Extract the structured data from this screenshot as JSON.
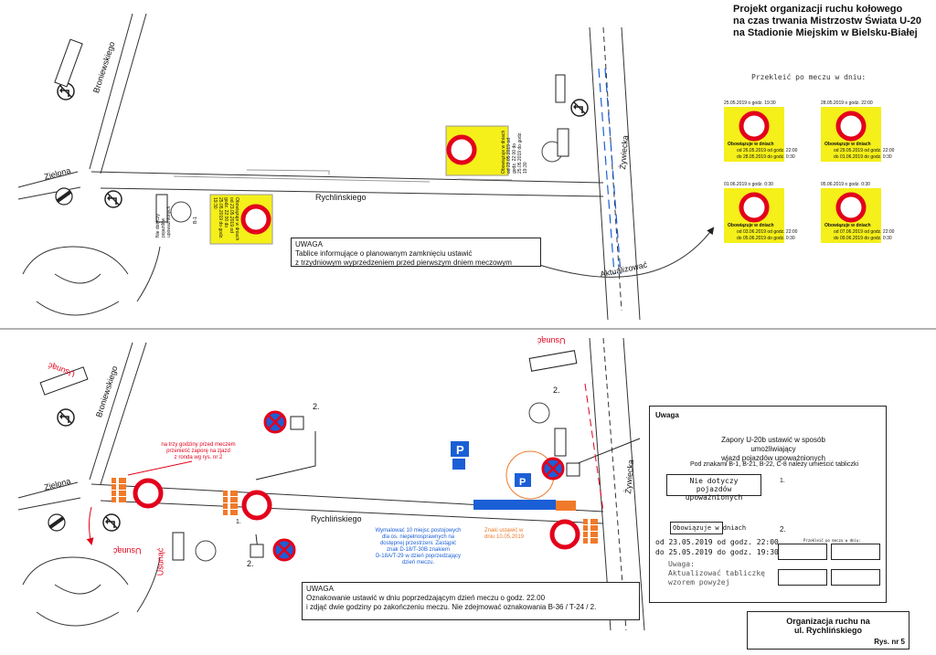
{
  "header": {
    "lines": [
      "Projekt organizacji ruchu kołowego",
      "na czas trwania Mistrzostw Świata U-20",
      "na Stadionie Miejskim w Bielsku-Białej"
    ]
  },
  "top_panel": {
    "streets": {
      "bronieskiego": "Broniewskiego",
      "zielona": "Zielona",
      "rychlinskiego": "Rychlińskiego",
      "zywiecka": "Żywiecka"
    },
    "przeklej_title": "Przekleić po meczu w dniu:",
    "aktualizowac": "Aktualizować",
    "uwaga": {
      "title": "UWAGA",
      "line1": "Tablice informujące o planowanym zamknięciu ustawić",
      "line2": "z trzydniowym wyprzedzeniem przed pierwszym dniem meczowym"
    },
    "sign_boards": [
      {
        "date": "25.05.2019 o godz. 19:30",
        "head": "Obowiązuje w dniach",
        "r1": "od 26.05.2019 od godz. 22:00",
        "r2": "do 28.05.2019 do godz. 0:30"
      },
      {
        "date": "28.05.2019 o godz. 22:00",
        "head": "Obowiązuje w dniach",
        "r1": "od 29.05.2019 od godz. 22:00",
        "r2": "do 01.06.2019 do godz. 0:30"
      },
      {
        "date": "01.06.2019 o godz. 0:30",
        "head": "Obowiązuje w dniach",
        "r1": "od 03.06.2019 od godz. 22:00",
        "r2": "do 05.06.2019 do godz. 0:30"
      },
      {
        "date": "05.06.2019 o godz. 0:30",
        "head": "Obowiązuje w dniach",
        "r1": "od 07.06.2019 od godz. 22:00",
        "r2": "do 09.06.2019 do godz. 0:30"
      }
    ],
    "rot_labels": {
      "b1": "B-1",
      "yellow_left": "Obowiązuje w dniach od 23.05.2019 od godz. 22:00 do 25.05.2019 do godz. 19:30",
      "nie_dotyczy": "Nie dotyczy pojazdów upoważnionych"
    }
  },
  "bottom_panel": {
    "streets": {
      "bronieskiego": "Broniewskiego",
      "zielona": "Zielona",
      "rychlinskiego": "Rychlińskiego",
      "zywiecka": "Żywiecka"
    },
    "usunac": "Usunąć",
    "red_note": [
      "na trzy godziny przed meczem",
      "przenieść zaporę na zjazd",
      "z ronda wg rys. nr 2"
    ],
    "blue_note": [
      "Wymalować 10 miejsc postojowych",
      "dla os. niepełnosprawnych na",
      "dostępnej przestrzeni. Zastąpić",
      "znak D-18/T-30B znakiem",
      "D-18A/T-29 w dzień poprzedzający",
      "dzień meczu."
    ],
    "orange_note": [
      "Znaki ustawić w",
      "dniu 10.05.2019"
    ],
    "num2": "2.",
    "num1": "1.",
    "uwaga": {
      "title": "UWAGA",
      "line1": "Oznakowanie ustawić w dniu poprzedzającym dzień meczu o godz. 22.00",
      "line2": "i zdjąć dwie godziny po zakończeniu meczu. Nie zdejmować oznakowania B-36 / T-24 / 2."
    }
  },
  "legend": {
    "title": "Uwaga",
    "zapory": [
      "Zapory U-20b ustawić w sposób umożliwiający",
      "wjazd pojazdów upoważnionych"
    ],
    "pod_znakami": "Pod znakami B-1, B-21, B-22, C-8 należy umieścić tabliczki",
    "nie_dotyczy": [
      "Nie dotyczy",
      "pojazdów upoważnionych"
    ],
    "num1": "1.",
    "num2": "2.",
    "obowiazuje": "Obowiązuje w dniach",
    "od": "od 23.05.2019 od godz. 22:00",
    "do": "do 25.05.2019 do godz. 19:30",
    "aktualizowac": [
      "Uwaga:",
      "Aktualizować tabliczkę",
      "wzorem powyżej"
    ],
    "mini_title": "Przekleić po meczu w dniu:"
  },
  "footer": {
    "line1": "Organizacja ruchu na",
    "line2": "ul. Rychlińskiego",
    "rys": "Rys. nr 5"
  },
  "colors": {
    "yellow": "#f5ef1a",
    "red": "#e3001b",
    "blue": "#1b5fd6",
    "orange": "#f07a2a"
  }
}
